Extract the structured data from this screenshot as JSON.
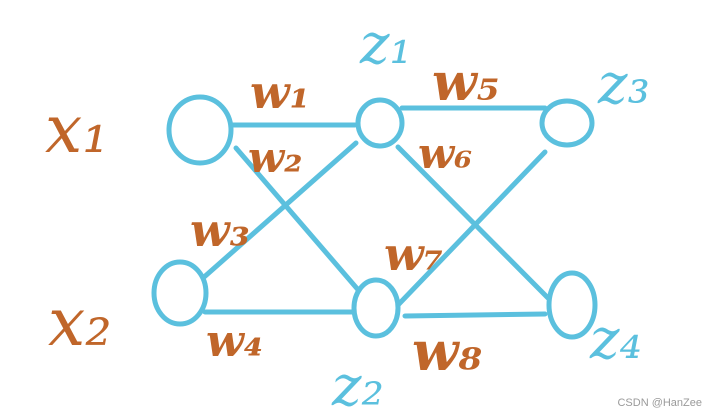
{
  "colors": {
    "edge": "#5bc0de",
    "node": "#5bc0de",
    "weight_label": "#c0662a",
    "input_label": "#c0662a",
    "hidden_label": "#5bc0de",
    "watermark": "#9a9a9a"
  },
  "inputs": {
    "x1": "x₁",
    "x2": "x₂"
  },
  "hidden": {
    "z1": "z₁",
    "z2": "z₂"
  },
  "outputs": {
    "z3": "z₃",
    "z4": "z₄"
  },
  "weights": {
    "w1": "w₁",
    "w2": "w₂",
    "w3": "w₃",
    "w4": "w₄",
    "w5": "w₅",
    "w6": "w₆",
    "w7": "w₇",
    "w8": "w₈"
  },
  "watermark": "CSDN @HanZee"
}
